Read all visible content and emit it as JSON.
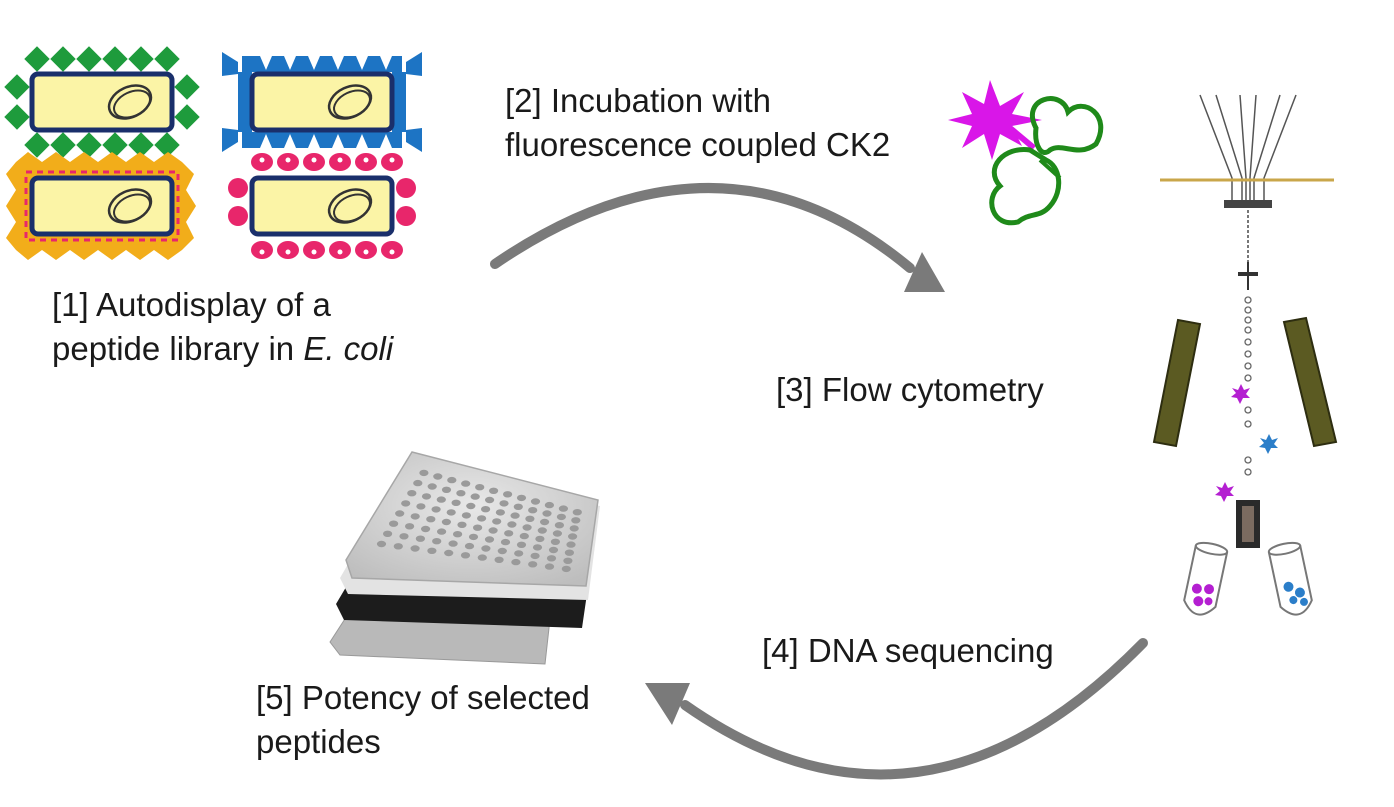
{
  "steps": {
    "step1": {
      "line1": "[1] Autodisplay of a",
      "line2_prefix": "peptide library in ",
      "line2_italic": "E. coli"
    },
    "step2": {
      "line1": "[2] Incubation with",
      "line2": "fluorescence coupled CK2"
    },
    "step3": {
      "label": "[3] Flow cytometry"
    },
    "step4": {
      "label": "[4] DNA sequencing"
    },
    "step5": {
      "line1": "[5] Potency of selected",
      "line2": "peptides"
    }
  },
  "colors": {
    "arrow": "#7a7a7a",
    "cell_fill": "#fbf4a6",
    "cell_outline": "#1a2f6b",
    "green_peptide": "#1e9b3c",
    "blue_peptide": "#1d74c4",
    "orange_peptide": "#f2ad1a",
    "pink_peptide": "#e8266b",
    "fluorophore": "#d916e8",
    "ck2_outline": "#1f8a1a",
    "laser_bar": "#c9a64a",
    "detector": "#5b5a22",
    "sorted_magenta": "#b41fd1",
    "sorted_blue": "#2b7ec9"
  }
}
